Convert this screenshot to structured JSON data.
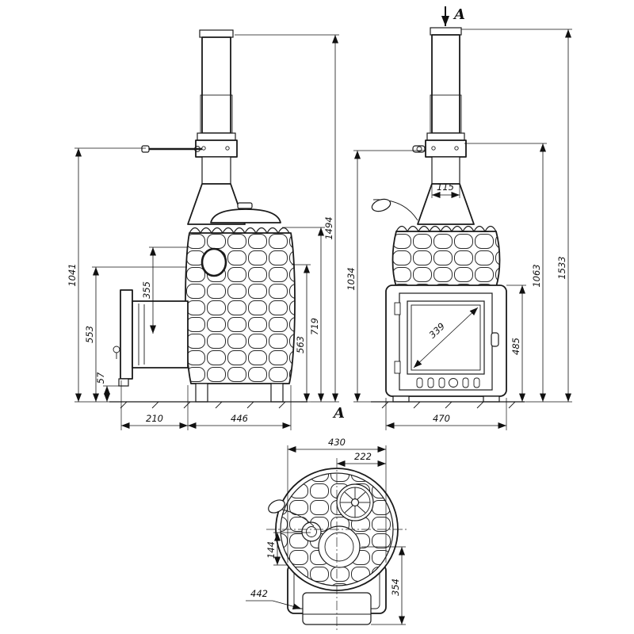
{
  "section_label": "A",
  "side_view": {
    "dims": {
      "total_height": "1494",
      "height_to_damper": "1041",
      "height_719": "719",
      "height_563": "563",
      "height_553": "553",
      "tunnel_height": "355",
      "bracket_height": "57",
      "tunnel_length": "210",
      "body_width": "446"
    }
  },
  "front_view": {
    "dims": {
      "pipe_width": "115",
      "total_height": "1533",
      "height_1063": "1063",
      "height_1034": "1034",
      "firebox_height": "485",
      "body_width": "470",
      "glass_diagonal": "339"
    }
  },
  "top_view": {
    "dims": {
      "width_430": "430",
      "width_222": "222",
      "offset_144": "144",
      "width_442": "442",
      "depth_354": "354"
    }
  }
}
